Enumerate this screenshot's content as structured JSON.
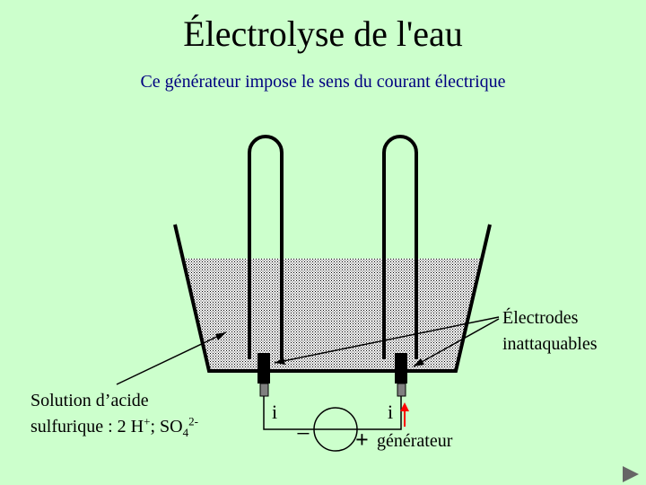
{
  "title": "Électrolyse de l'eau",
  "subtitle": "Ce générateur impose le sens du courant électrique",
  "labels": {
    "electrodes_line1": "Électrodes",
    "electrodes_line2": "inattaquables",
    "solution_line1": "Solution d’acide",
    "solution_prefix": "sulfurique  : 2 H",
    "solution_plus": "+",
    "solution_mid": "; SO",
    "solution_sub": "4",
    "solution_sup": "2-",
    "current_left": "i",
    "current_right": "i",
    "minus": "−",
    "plus": "+",
    "generator": "générateur"
  },
  "colors": {
    "background": "#ccffcc",
    "subtitle": "#000080",
    "current_arrow": "#ff0000",
    "electrode": "#000000",
    "connector": "#808080"
  },
  "icons": {
    "next": "play-triangle-icon"
  }
}
